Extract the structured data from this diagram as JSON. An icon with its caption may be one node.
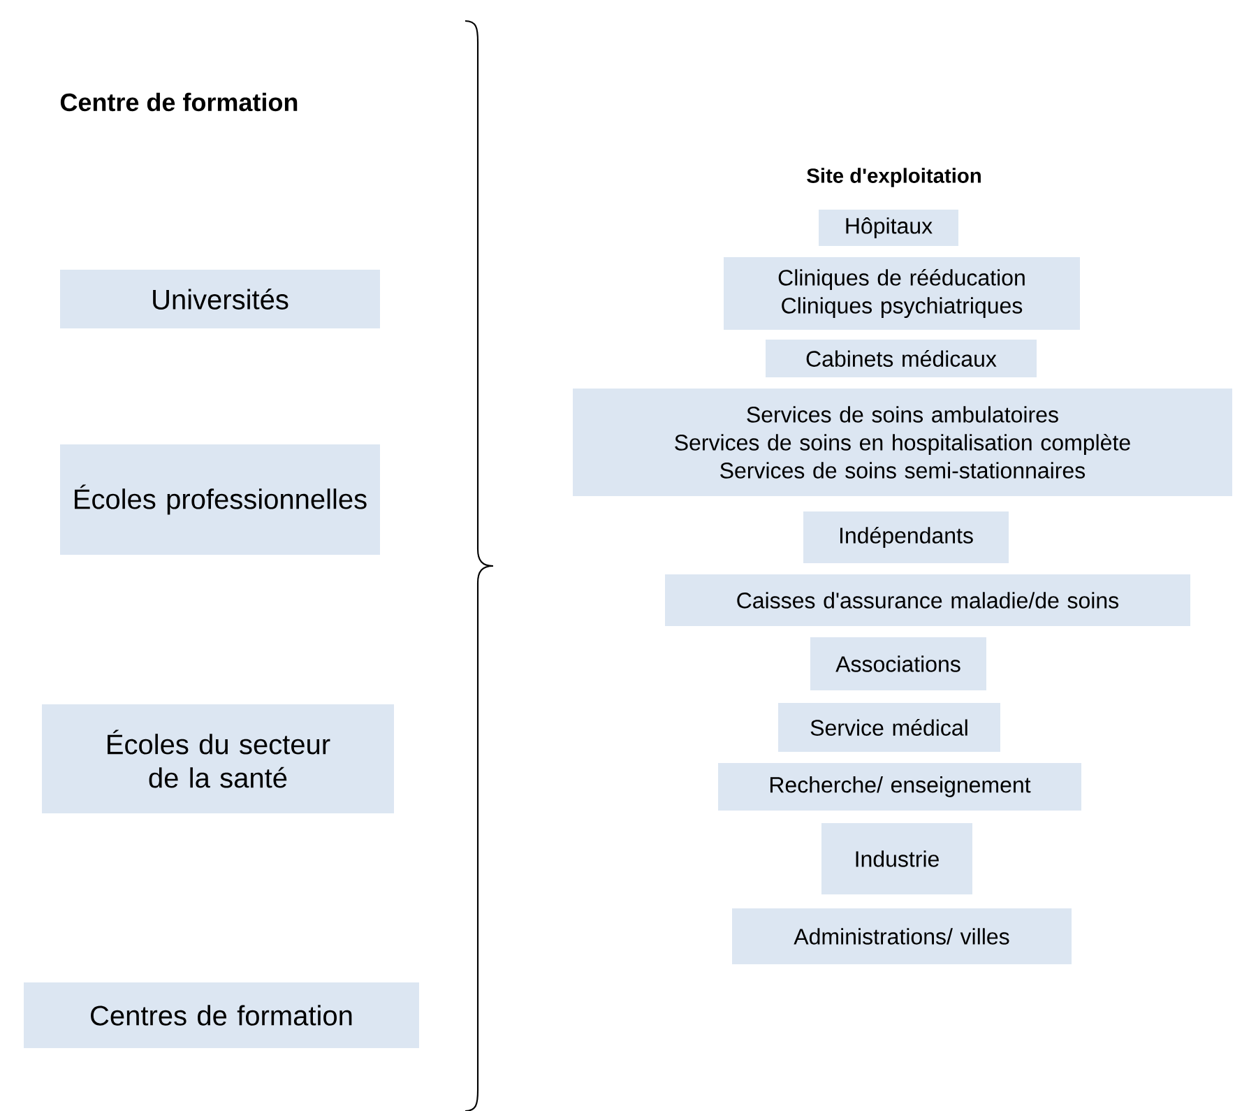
{
  "diagram": {
    "title": "Centre de formation",
    "nodes": [
      {
        "text": [
          "Universités"
        ]
      },
      {
        "text": [
          "Écoles professionnelles"
        ]
      },
      {
        "text": [
          "Écoles du secteur de la santé"
        ]
      },
      {
        "text": [
          "Centres de formation"
        ]
      },
      {
        "text": [
          "Hôpitaux"
        ]
      },
      {
        "text": [
          "Cliniques de rééducation",
          "Cliniques psychiatriques"
        ]
      },
      {
        "text": [
          "Cabinets médicaux"
        ]
      },
      {
        "text": [
          "Services de soins ambulatoires",
          "Services de soins en hospitalisation complète",
          "Services de soins semi-stationnaires"
        ]
      },
      {
        "text": [
          "Indépendants"
        ]
      },
      {
        "text": [
          "Caisses d'assurance maladie/de soins"
        ]
      },
      {
        "text": [
          "Associations"
        ]
      },
      {
        "text": [
          "Service médical"
        ]
      },
      {
        "text": [
          "Recherche/ enseignement"
        ]
      },
      {
        "text": [
          "Industrie"
        ]
      },
      {
        "text": [
          "Administrations/ villes"
        ]
      }
    ],
    "edges": [],
    "labels": [
      "Site d'exploitation"
    ]
  }
}
